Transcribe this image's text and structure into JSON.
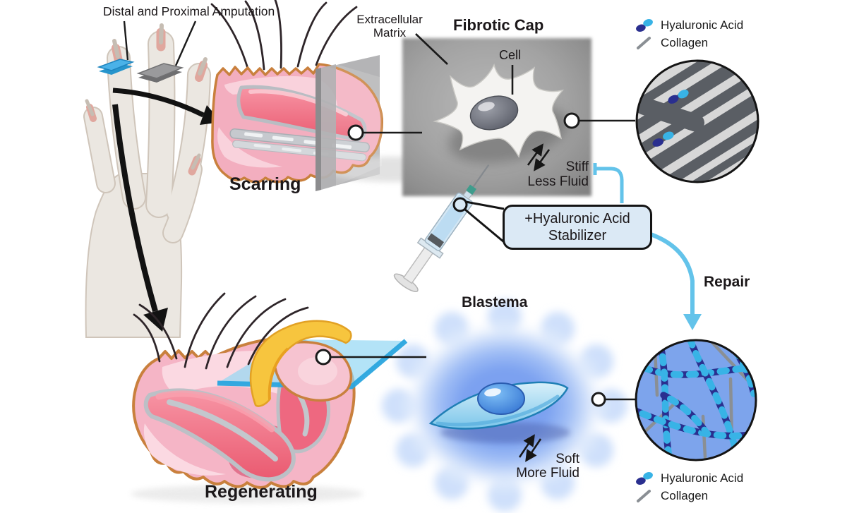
{
  "labels": {
    "amputation": "Distal and Proximal Amputation",
    "extracellular_matrix": "Extracellular\nMatrix",
    "fibrotic_cap": "Fibrotic Cap",
    "cell": "Cell",
    "scarring": "Scarring",
    "stiff": "Stiff",
    "less_fluid": "Less Fluid",
    "stabilizer": "+Hyaluronic Acid\nStabilizer",
    "repair": "Repair",
    "blastema": "Blastema",
    "soft": "Soft",
    "more_fluid": "More Fluid",
    "regenerating": "Regenerating"
  },
  "legend_top": {
    "items": [
      {
        "label": "Hyaluronic Acid"
      },
      {
        "label": "Collagen"
      }
    ]
  },
  "legend_bottom": {
    "items": [
      {
        "label": "Hyaluronic Acid"
      },
      {
        "label": "Collagen"
      }
    ]
  },
  "colors": {
    "accent_blue": "#63c3ea",
    "stabilizer_box_fill": "#dbe9f5",
    "hyaluronic_acid_navy": "#2a2f8f",
    "hyaluronic_acid_cyan": "#38b3e6",
    "collagen_gray": "#8a8f94",
    "ecm_gray": "#9a9a9a",
    "blastema_blue": "#7aa3f0",
    "repair_matrix_blue": "#7da4ec",
    "amputation_plane_blue": "#45b1e8",
    "amputation_plane_gray": "#9a9a9c",
    "tissue_pink": "#f3aebf",
    "bone_red": "#ef6478",
    "nail_yellow": "#f6c33c",
    "text_black": "#1a1a1a"
  }
}
